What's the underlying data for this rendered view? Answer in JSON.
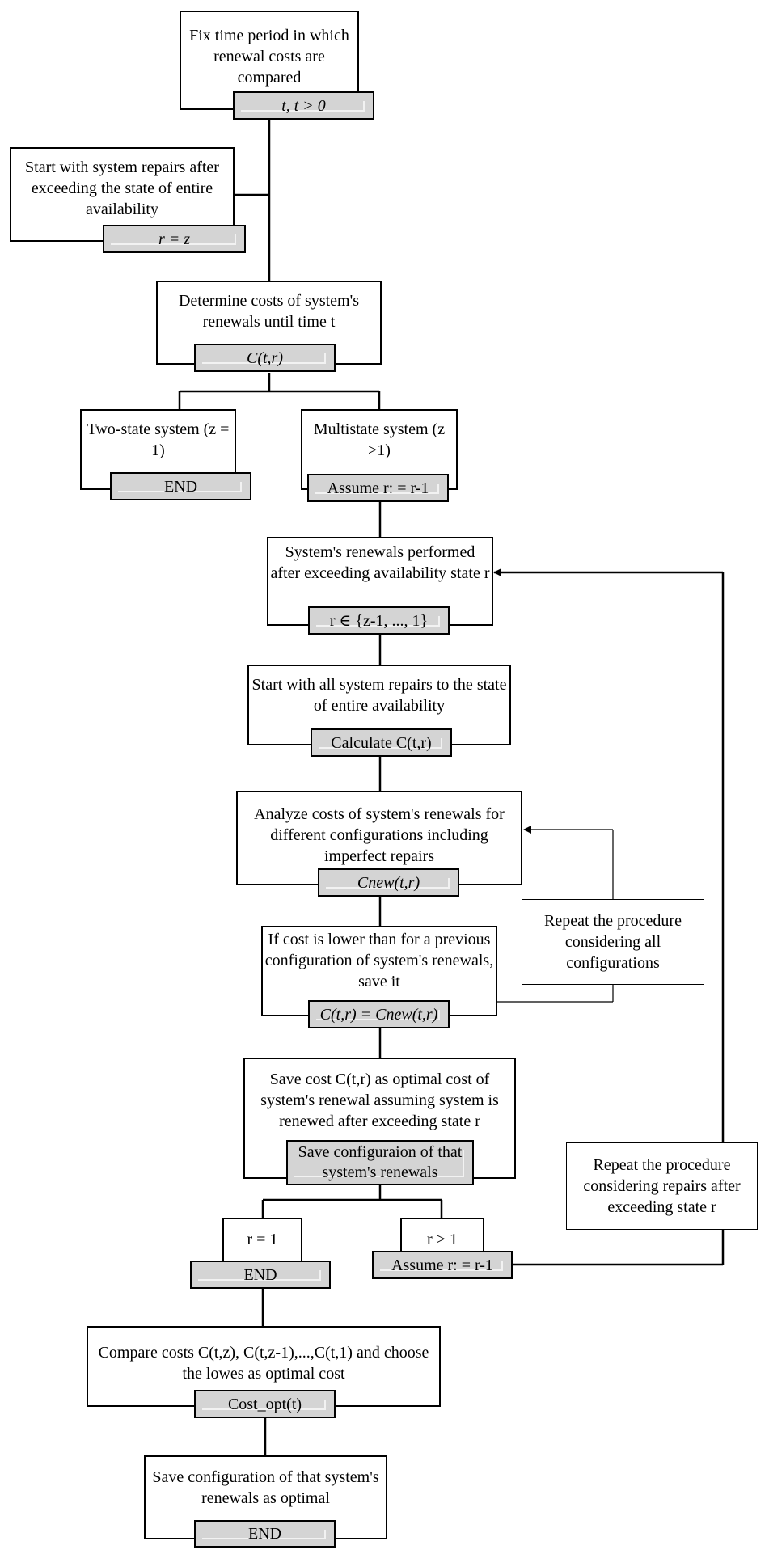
{
  "flow": {
    "b1": {
      "text": "Fix time period in which renewal costs are compared",
      "tag": "t, t > 0"
    },
    "b2": {
      "text": "Start with system repairs after exceeding the state of entire availability",
      "tag": "r = z"
    },
    "b3": {
      "text": "Determine costs of system's renewals until time t",
      "tag": "C(t,r)"
    },
    "b4": {
      "text": "Two-state system (z = 1)",
      "tag": "END"
    },
    "b5": {
      "text": "Multistate system (z >1)",
      "tag": "Assume r: = r-1"
    },
    "b6": {
      "text": "System's renewals performed after exceeding availability state r",
      "tag": "r ∈ {z-1, ..., 1}"
    },
    "b7": {
      "text": "Start with all system repairs to the state of entire availability",
      "tag": "Calculate C(t,r)"
    },
    "b8": {
      "text": "Analyze costs of system's renewals for different configurations including imperfect repairs",
      "tag": "Cnew(t,r)"
    },
    "b9": {
      "text": "If cost is lower than for a previous configuration of system's renewals, save it",
      "tag": "C(t,r) = Cnew(t,r)"
    },
    "b10": {
      "text": "Save cost C(t,r) as optimal cost of system's renewal assuming system is renewed after exceeding state r",
      "tag": "Save configuraion of that system's renewals"
    },
    "b11": {
      "text": "r = 1",
      "tag": "END"
    },
    "b12": {
      "text": "r > 1",
      "tag": "Assume r: = r-1"
    },
    "b13": {
      "text": "Compare costs C(t,z), C(t,z-1),...,C(t,1) and choose the lowes as optimal cost",
      "tag": "Cost_opt(t)"
    },
    "b14": {
      "text": "Save configuration of that system's renewals as optimal",
      "tag": "END"
    }
  },
  "notes": {
    "repeat_configs": "Repeat the procedure considering all configurations",
    "repeat_repairs": "Repeat the procedure considering repairs after exceeding state r"
  }
}
